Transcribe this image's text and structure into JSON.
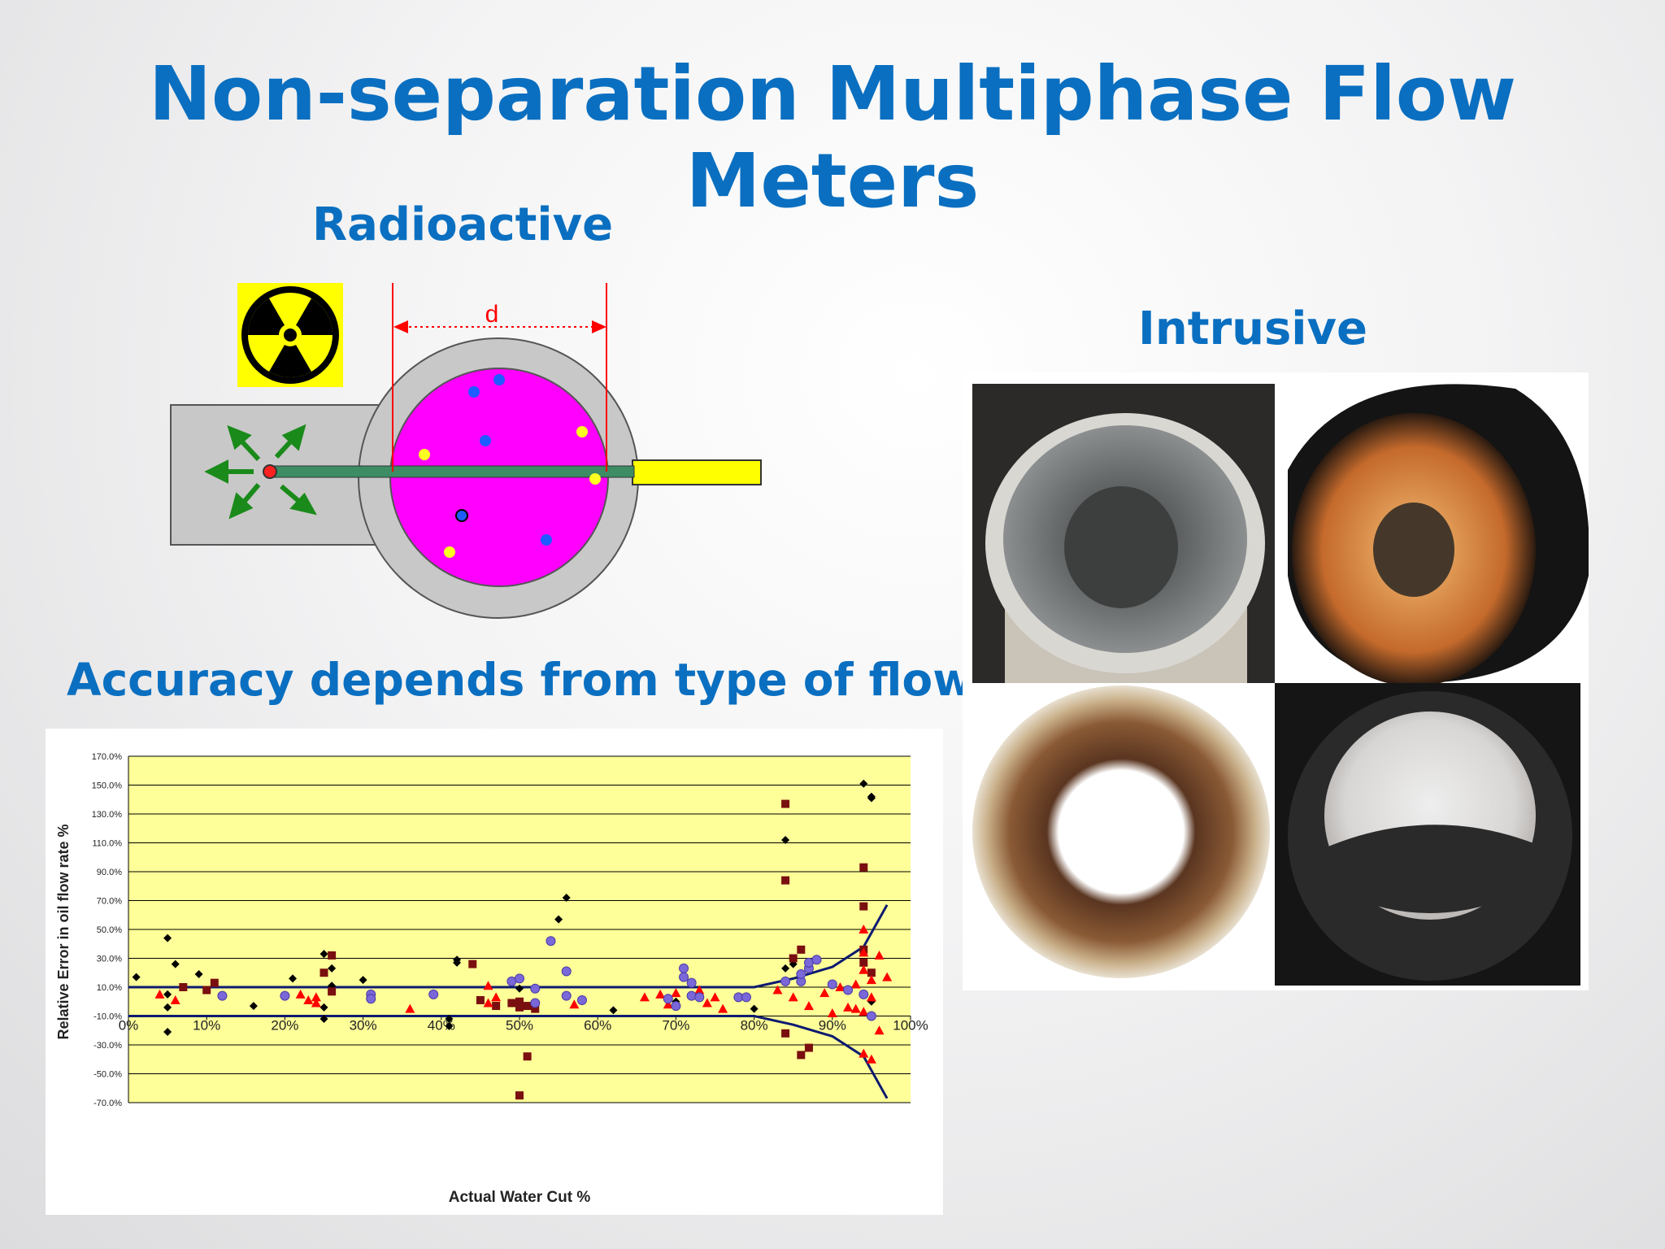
{
  "slide": {
    "title": "Non-separation Multiphase Flow Meters",
    "radioactive_heading": "Radioactive",
    "intrusive_heading": "Intrusive",
    "accuracy_heading": "Accuracy depends from type of flow"
  },
  "diagram": {
    "distance_label": "d",
    "hazard_symbol": "radiation-icon",
    "colors": {
      "pipe": "#ff00ff",
      "housing": "#c8c8c8",
      "probe": "#3c8c64",
      "arrows": "#1a8a1a",
      "dimension": "#ff0000",
      "rod": "#ffff00",
      "sign_bg": "#ffff00"
    }
  },
  "photos": {
    "items": [
      "pipe-scale-photo-1",
      "pipe-scale-photo-2",
      "pipe-scale-photo-3",
      "pipe-scale-photo-4"
    ]
  },
  "chart_data": {
    "type": "scatter",
    "xlabel": "Actual Water Cut %",
    "ylabel": "Relative Error in oil flow rate %",
    "xlim": [
      0,
      100
    ],
    "ylim": [
      -70,
      170
    ],
    "x_ticks": [
      "0%",
      "10%",
      "20%",
      "30%",
      "40%",
      "50%",
      "60%",
      "70%",
      "80%",
      "90%",
      "100%"
    ],
    "y_ticks": [
      "170.0%",
      "150.0%",
      "130.0%",
      "110.0%",
      "90.0%",
      "70.0%",
      "50.0%",
      "30.0%",
      "10.0%",
      "-10.0%",
      "-30.0%",
      "-50.0%",
      "-70.0%"
    ],
    "grid": true,
    "background": "#ffff99",
    "series": [
      {
        "marker": "diamond",
        "color": "#000000",
        "points": [
          [
            1,
            17
          ],
          [
            5,
            44
          ],
          [
            5,
            5
          ],
          [
            5,
            -4
          ],
          [
            5,
            -21
          ],
          [
            6,
            26
          ],
          [
            9,
            19
          ],
          [
            16,
            -3
          ],
          [
            21,
            16
          ],
          [
            25,
            33
          ],
          [
            25,
            -4
          ],
          [
            25,
            -12
          ],
          [
            26,
            11
          ],
          [
            26,
            23
          ],
          [
            30,
            15
          ],
          [
            41,
            -12
          ],
          [
            41,
            -17
          ],
          [
            42,
            29
          ],
          [
            42,
            27
          ],
          [
            50,
            9
          ],
          [
            55,
            57
          ],
          [
            56,
            72
          ],
          [
            62,
            -6
          ],
          [
            70,
            0
          ],
          [
            80,
            -5
          ],
          [
            84,
            23
          ],
          [
            84,
            112
          ],
          [
            85,
            26
          ],
          [
            94,
            151
          ],
          [
            95,
            142
          ],
          [
            95,
            141
          ],
          [
            95,
            0
          ]
        ]
      },
      {
        "marker": "square",
        "color": "#7a0f0f",
        "points": [
          [
            7,
            10
          ],
          [
            10,
            8
          ],
          [
            11,
            13
          ],
          [
            25,
            20
          ],
          [
            26,
            32
          ],
          [
            26,
            7
          ],
          [
            44,
            26
          ],
          [
            45,
            1
          ],
          [
            47,
            -3
          ],
          [
            49,
            -1
          ],
          [
            50,
            0
          ],
          [
            50,
            -4
          ],
          [
            51,
            -3
          ],
          [
            52,
            -5
          ],
          [
            50,
            -65
          ],
          [
            51,
            -38
          ],
          [
            84,
            137
          ],
          [
            84,
            84
          ],
          [
            84,
            -22
          ],
          [
            85,
            30
          ],
          [
            86,
            36
          ],
          [
            86,
            -37
          ],
          [
            87,
            -32
          ],
          [
            94,
            93
          ],
          [
            94,
            66
          ],
          [
            94,
            36
          ],
          [
            94,
            27
          ],
          [
            95,
            20
          ]
        ]
      },
      {
        "marker": "triangle",
        "color": "#ff0000",
        "points": [
          [
            4,
            5
          ],
          [
            6,
            1
          ],
          [
            22,
            5
          ],
          [
            23,
            1
          ],
          [
            24,
            3
          ],
          [
            24,
            -1
          ],
          [
            36,
            -5
          ],
          [
            46,
            -1
          ],
          [
            46,
            11
          ],
          [
            47,
            3
          ],
          [
            57,
            -2
          ],
          [
            66,
            3
          ],
          [
            68,
            5
          ],
          [
            69,
            -2
          ],
          [
            70,
            6
          ],
          [
            73,
            8
          ],
          [
            74,
            -1
          ],
          [
            75,
            3
          ],
          [
            76,
            -5
          ],
          [
            83,
            8
          ],
          [
            85,
            3
          ],
          [
            87,
            -3
          ],
          [
            89,
            6
          ],
          [
            90,
            -8
          ],
          [
            91,
            10
          ],
          [
            92,
            -4
          ],
          [
            93,
            -5
          ],
          [
            93,
            12
          ],
          [
            94,
            50
          ],
          [
            94,
            34
          ],
          [
            94,
            22
          ],
          [
            94,
            -7
          ],
          [
            94,
            -36
          ],
          [
            95,
            -40
          ],
          [
            95,
            15
          ],
          [
            95,
            3
          ],
          [
            96,
            -20
          ],
          [
            96,
            32
          ],
          [
            97,
            17
          ]
        ]
      },
      {
        "marker": "circle",
        "color": "#7b68d8",
        "points": [
          [
            12,
            4
          ],
          [
            20,
            4
          ],
          [
            31,
            5
          ],
          [
            31,
            2
          ],
          [
            39,
            5
          ],
          [
            49,
            14
          ],
          [
            50,
            16
          ],
          [
            52,
            9
          ],
          [
            52,
            -1
          ],
          [
            54,
            42
          ],
          [
            56,
            21
          ],
          [
            56,
            4
          ],
          [
            58,
            1
          ],
          [
            69,
            2
          ],
          [
            70,
            -3
          ],
          [
            71,
            23
          ],
          [
            71,
            17
          ],
          [
            72,
            13
          ],
          [
            72,
            4
          ],
          [
            73,
            3
          ],
          [
            78,
            3
          ],
          [
            79,
            3
          ],
          [
            84,
            14
          ],
          [
            86,
            14
          ],
          [
            86,
            19
          ],
          [
            87,
            23
          ],
          [
            87,
            27
          ],
          [
            88,
            29
          ],
          [
            90,
            12
          ],
          [
            92,
            8
          ],
          [
            94,
            5
          ],
          [
            95,
            -10
          ]
        ]
      }
    ],
    "bounds": [
      {
        "name": "upper",
        "points": [
          [
            0,
            10
          ],
          [
            80,
            10
          ],
          [
            85,
            16
          ],
          [
            90,
            24
          ],
          [
            94,
            38
          ],
          [
            97,
            67
          ]
        ]
      },
      {
        "name": "lower",
        "points": [
          [
            0,
            -10
          ],
          [
            80,
            -10
          ],
          [
            85,
            -16
          ],
          [
            90,
            -24
          ],
          [
            94,
            -38
          ],
          [
            97,
            -67
          ]
        ]
      }
    ]
  }
}
